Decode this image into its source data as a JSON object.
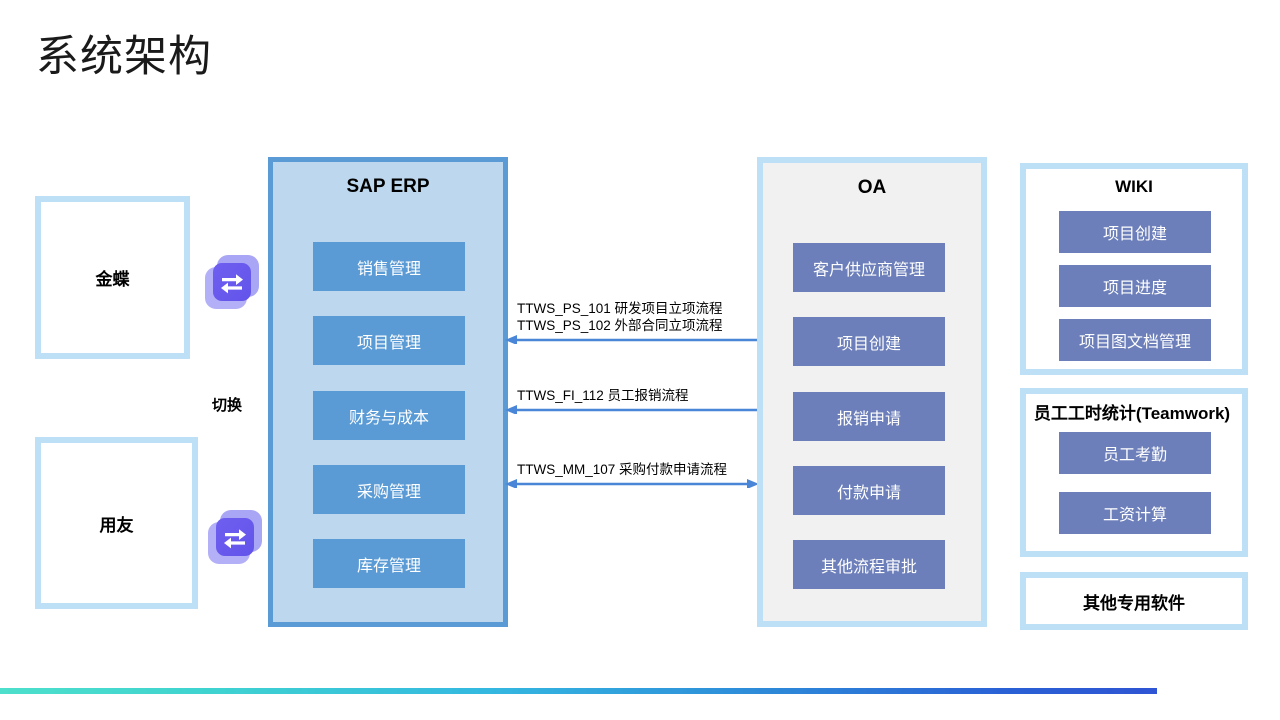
{
  "page": {
    "title": "系统架构",
    "background": "#ffffff"
  },
  "colors": {
    "sap_border": "#5b9bd5",
    "sap_fill": "#bdd7ee",
    "sap_module": "#5b9bd5",
    "oa_border": "#bde0f7",
    "oa_fill": "#f1f1f1",
    "oa_module": "#6c7fba",
    "legacy_border": "#bde0f7",
    "swap_icon_front": "#6c5ce7",
    "swap_icon_back": "#a9a6f5",
    "arrow": "#4a86d8",
    "bar_start": "#4ddfcb",
    "bar_end": "#2f55d4"
  },
  "legacy_systems": {
    "switch_label": "切换",
    "items": [
      {
        "label": "金蝶",
        "icon": "swap-icon"
      },
      {
        "label": "用友",
        "icon": "swap-icon"
      }
    ]
  },
  "sap": {
    "title": "SAP ERP",
    "modules": [
      {
        "label": "销售管理"
      },
      {
        "label": "项目管理"
      },
      {
        "label": "财务与成本"
      },
      {
        "label": "采购管理"
      },
      {
        "label": "库存管理"
      }
    ]
  },
  "oa": {
    "title": "OA",
    "modules": [
      {
        "label": "客户供应商管理"
      },
      {
        "label": "项目创建"
      },
      {
        "label": "报销申请"
      },
      {
        "label": "付款申请"
      },
      {
        "label": "其他流程审批"
      }
    ]
  },
  "wiki": {
    "title": "WIKI",
    "modules": [
      {
        "label": "项目创建"
      },
      {
        "label": "项目进度"
      },
      {
        "label": "项目图文档管理"
      }
    ]
  },
  "teamwork": {
    "title": "员工工时统计(Teamwork)",
    "modules": [
      {
        "label": "员工考勤"
      },
      {
        "label": "工资计算"
      }
    ]
  },
  "other_software": {
    "label": "其他专用软件"
  },
  "flows": [
    {
      "id": "flow-ps",
      "lines": [
        "TTWS_PS_101 研发项目立项流程",
        "TTWS_PS_102 外部合同立项流程"
      ],
      "direction": "left"
    },
    {
      "id": "flow-fi",
      "lines": [
        "TTWS_FI_112 员工报销流程"
      ],
      "direction": "left"
    },
    {
      "id": "flow-mm",
      "lines": [
        "TTWS_MM_107 采购付款申请流程"
      ],
      "direction": "both"
    }
  ]
}
